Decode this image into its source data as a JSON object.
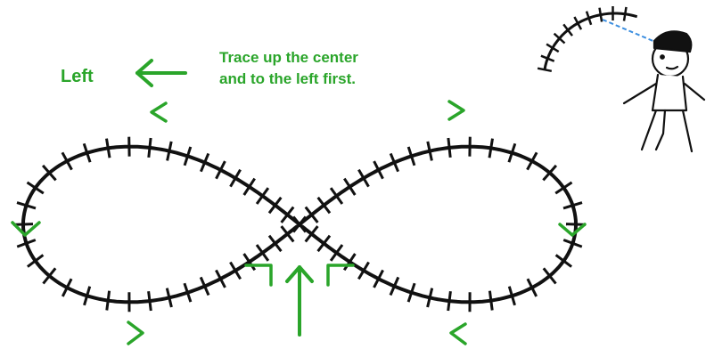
{
  "labels": {
    "left": "Left",
    "instruction_line1": "Trace up the center",
    "instruction_line2": "and to the left first."
  },
  "colors": {
    "background": "#ffffff",
    "track": "#111111",
    "arrow": "#2aa52a",
    "text": "#2aa52a",
    "dash": "#3b8ee0"
  },
  "icons": {
    "figure": "stick-figure-with-cap",
    "track": "figure-eight-hatched-line"
  }
}
